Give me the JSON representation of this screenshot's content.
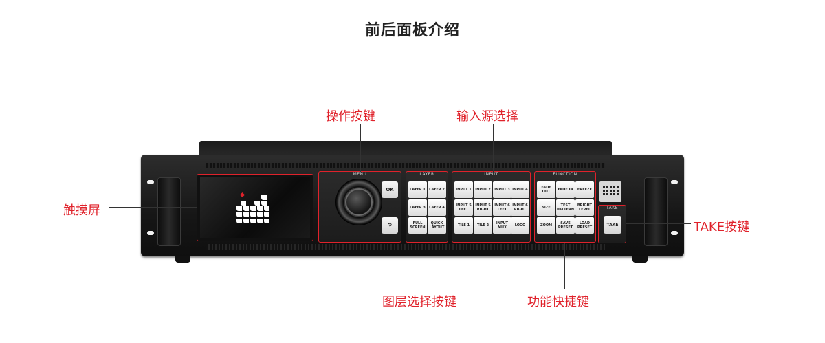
{
  "page_title": "前后面板介绍",
  "callouts": {
    "touch_screen": "触摸屏",
    "operation_keys": "操作按键",
    "input_select": "输入源选择",
    "layer_keys": "图层选择按键",
    "function_keys": "功能快捷键",
    "take_key": "TAKE按键"
  },
  "panel": {
    "menu": {
      "label": "MENU",
      "ok": "OK",
      "back": "⮌"
    },
    "layer": {
      "label": "LAYER",
      "keys": [
        "LAYER 1",
        "LAYER 2",
        "LAYER 3",
        "LAYER 4",
        "FULL SCREEN",
        "QUICK LAYOUT"
      ]
    },
    "input": {
      "label": "INPUT",
      "keys": [
        "INPUT 1",
        "INPUT 2",
        "INPUT 3",
        "INPUT 4",
        "INPUT 5 LEFT",
        "INPUT 5 RIGHT",
        "INPUT 6 LEFT",
        "INPUT 6 RIGHT",
        "TILE 1",
        "TILE 2",
        "INPUT MUX",
        "LOGO"
      ]
    },
    "function": {
      "label": "FUNCTION",
      "keys": [
        "FADE OUT",
        "FADE IN",
        "FREEZE",
        "SIZE",
        "TEST PATTERN",
        "BRIGHT LEVEL",
        "ZOOM",
        "SAVE PRESET",
        "LOAD PRESET"
      ]
    },
    "take": {
      "label": "TAKE",
      "button": "TAKE"
    }
  },
  "colors": {
    "accent": "#e0222b"
  }
}
